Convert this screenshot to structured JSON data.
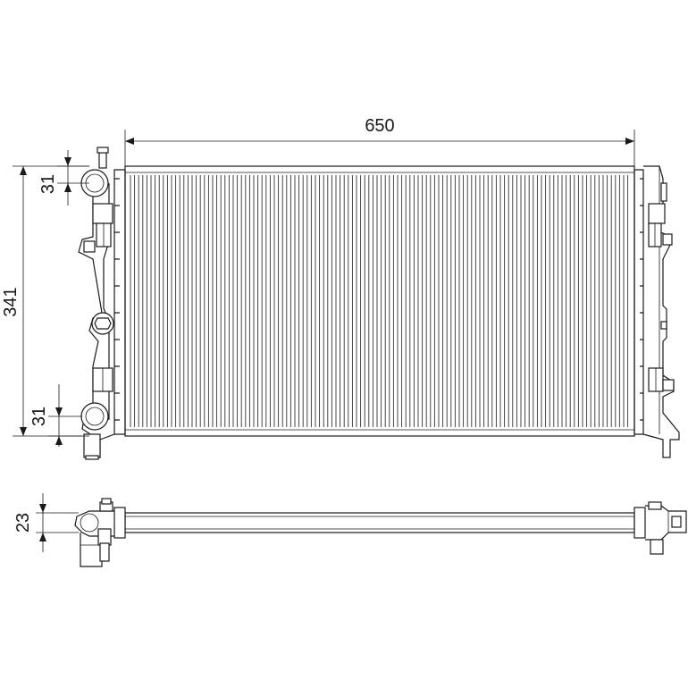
{
  "dimensions": {
    "width": "650",
    "height": "341",
    "top_offset": "31",
    "bottom_offset": "31",
    "depth": "23"
  }
}
